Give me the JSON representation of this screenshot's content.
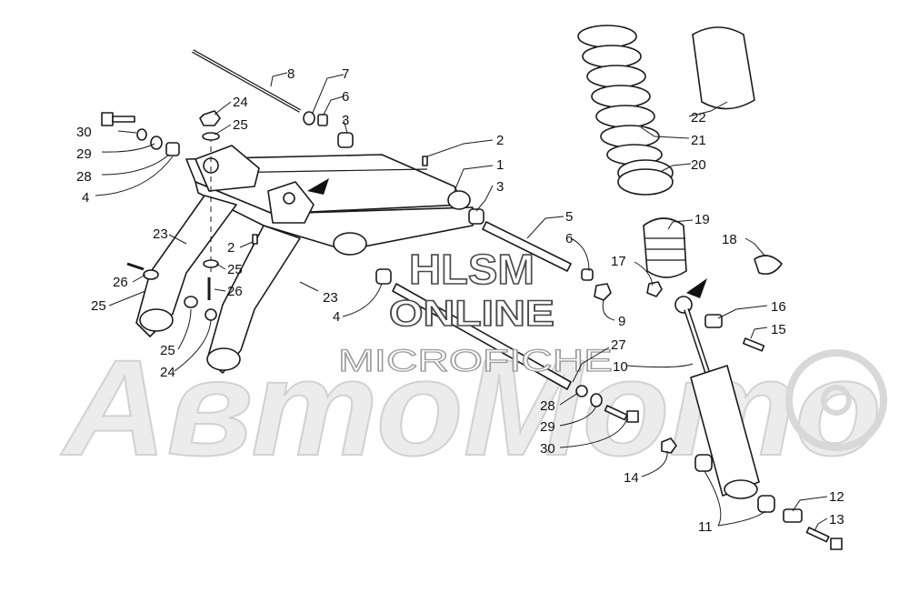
{
  "watermark": {
    "brand": "АвтоМото",
    "line1": "HLSM",
    "line2": "ONLINE",
    "line3": "MICROFICHE"
  },
  "callouts": [
    "1",
    "2",
    "2",
    "3",
    "3",
    "4",
    "4",
    "5",
    "6",
    "6",
    "7",
    "8",
    "9",
    "10",
    "11",
    "11",
    "12",
    "13",
    "14",
    "15",
    "16",
    "17",
    "18",
    "19",
    "20",
    "21",
    "22",
    "23",
    "23",
    "24",
    "24",
    "25",
    "25",
    "25",
    "25",
    "26",
    "26",
    "27",
    "28",
    "28",
    "29",
    "29",
    "30",
    "30"
  ]
}
